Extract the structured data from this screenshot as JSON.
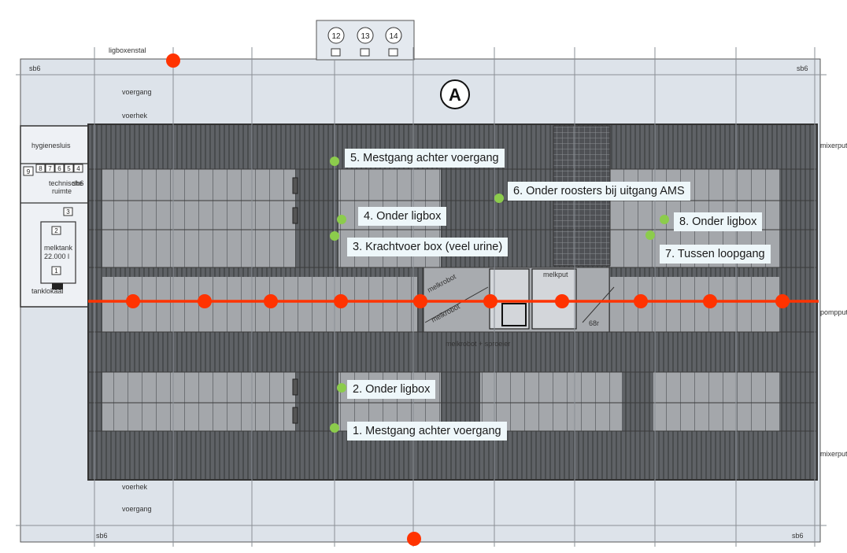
{
  "plan": {
    "section_label": "A",
    "building_name": "ligboxenstal",
    "labels": {
      "voergang_top": "voergang",
      "voergang_bottom": "voergang",
      "voerhek_top": "voerhek",
      "voerhek_bottom": "voerhek",
      "sb6_tl": "sb6",
      "sb6_tr": "sb6",
      "sb6_bl": "sb6",
      "sb6_br": "sb6",
      "hygienesluis": "hygienesluis",
      "technische_ruimte_1": "technische",
      "technische_ruimte_2": "ruimte",
      "sb6_side": "sb6",
      "melktank_1": "melktank",
      "melktank_2": "22.000 l",
      "tanklokaal": "tanklokaal",
      "melkrobot_1": "melkrobot",
      "melkrobot_2": "melkrobot",
      "melkrobot_bottom": "melkrobot + sproeier",
      "melkput": "melkput",
      "mixerput_1": "mixerput",
      "mixerput_2": "mixerput",
      "pompput": "pompput",
      "size_label": "68r"
    },
    "bay_numbers": [
      "12",
      "13",
      "14"
    ],
    "small_room_numbers": [
      "8",
      "7",
      "6",
      "5",
      "4"
    ],
    "tank_numbers": [
      "3",
      "2",
      "1"
    ],
    "side_number": "9"
  },
  "annotations": [
    {
      "text": "1. Mestgang achter voergang"
    },
    {
      "text": "2. Onder ligbox"
    },
    {
      "text": "3. Krachtvoer box (veel urine)"
    },
    {
      "text": "4. Onder ligbox"
    },
    {
      "text": "5. Mestgang achter voergang"
    },
    {
      "text": "6. Onder roosters bij uitgang AMS"
    },
    {
      "text": "7. Tussen loopgang"
    },
    {
      "text": "8. Onder ligbox"
    }
  ],
  "colors": {
    "red_marker": "#ff3300",
    "green_marker": "#8ccc4c",
    "grate_dark": "#5f6266",
    "stall_light": "#a4a7ab",
    "floor_light": "#dde3ea",
    "callout_bg": "#eef7fa"
  }
}
